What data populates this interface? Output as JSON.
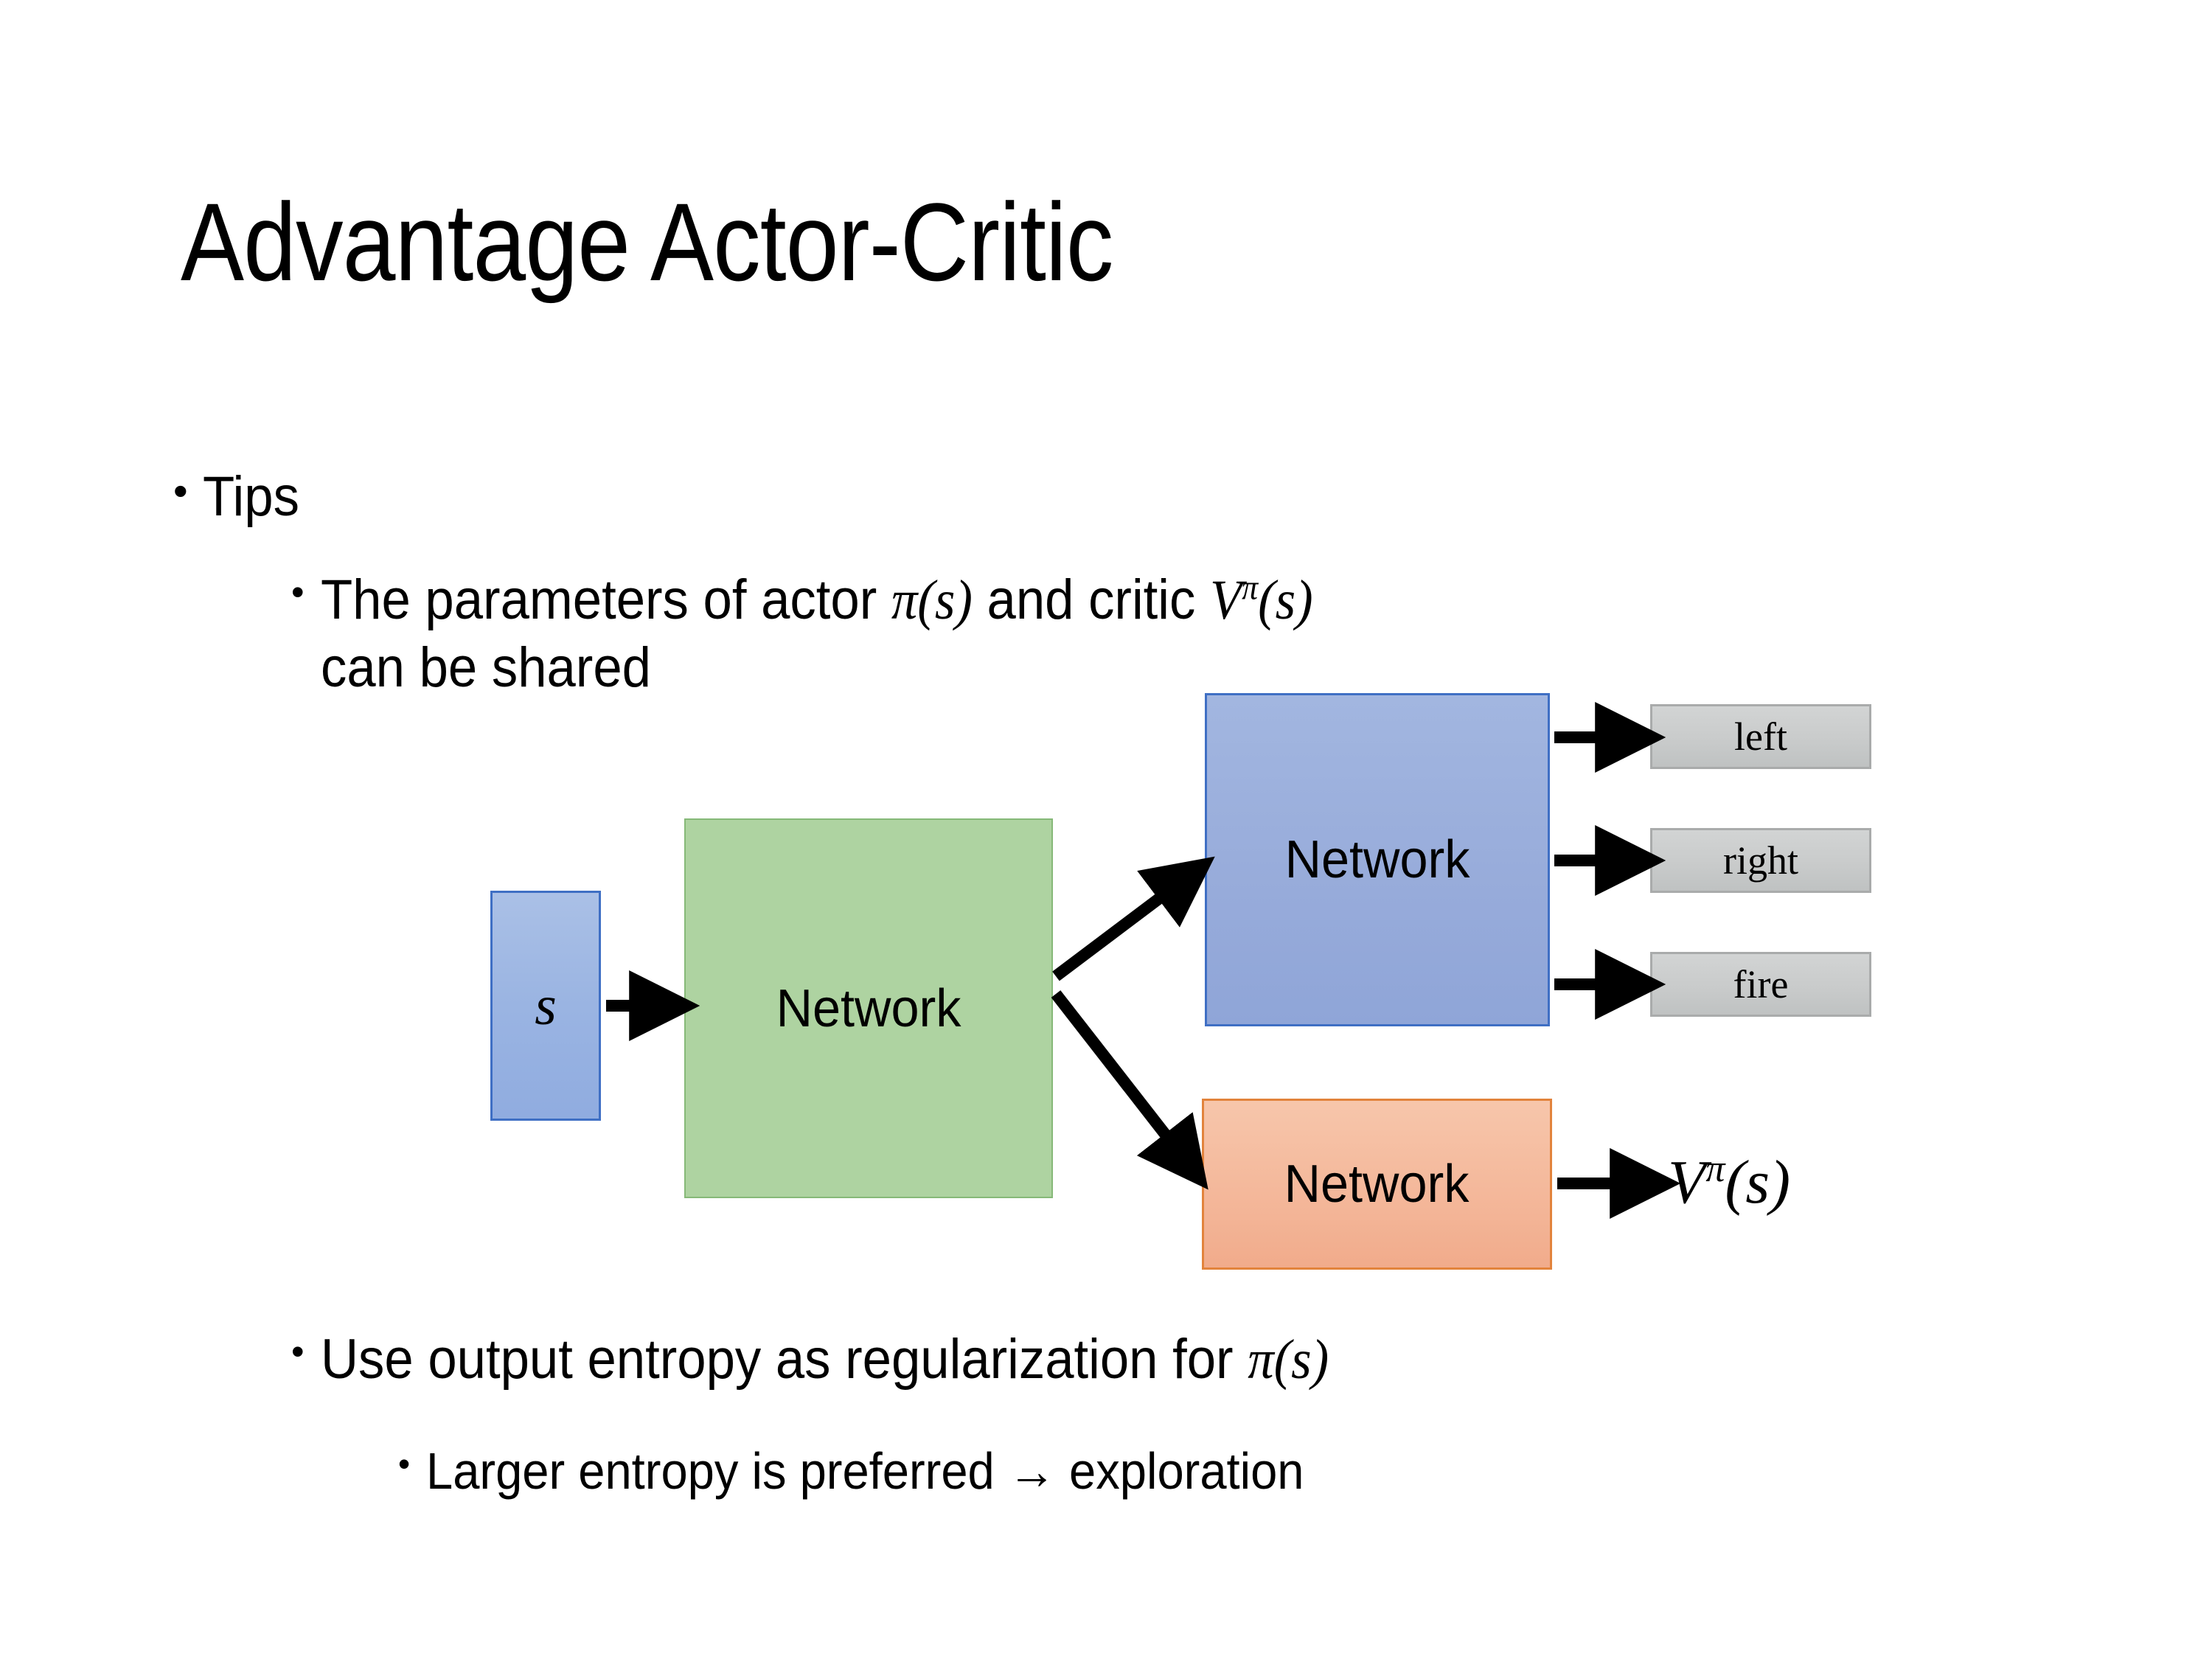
{
  "slide": {
    "title": "Advantage Actor-Critic",
    "background_color": "#FFFFFF"
  },
  "bullets": {
    "tips": {
      "marker": "•",
      "text": "Tips",
      "level": 1
    },
    "shared_params": {
      "marker": "•",
      "level": 2,
      "line1_prefix": "The parameters of actor ",
      "line1_math_actor": "π(s)",
      "line1_middle": "  and critic ",
      "line1_math_critic_base": "V",
      "line1_math_critic_sup": "π",
      "line1_math_critic_arg": "(s)",
      "line2": "can be shared"
    },
    "entropy": {
      "marker": "•",
      "level": 2,
      "text_prefix": "Use output entropy as regularization for ",
      "math": "π(s)"
    },
    "exploration": {
      "marker": "•",
      "level": 3,
      "text": "Larger entropy is preferred → exploration"
    }
  },
  "diagram": {
    "state_box": {
      "label": "s",
      "fill": "#9AB4E2",
      "border": "#3F6FC4"
    },
    "shared_network": {
      "label": "Network",
      "fill": "#AED3A1",
      "border": "#86B978"
    },
    "actor_network": {
      "label": "Network",
      "fill": "#97ABDA",
      "border": "#3F6FC4"
    },
    "critic_network": {
      "label": "Network",
      "fill": "#F3B496",
      "border": "#E2833C"
    },
    "action_outputs": [
      {
        "label": "left",
        "fill": "#C9CBCB",
        "border": "#A9ABAB"
      },
      {
        "label": "right",
        "fill": "#C9CBCB",
        "border": "#A9ABAB"
      },
      {
        "label": "fire",
        "fill": "#C9CBCB",
        "border": "#A9ABAB"
      }
    ],
    "critic_output": {
      "base": "V",
      "superscript": "π",
      "argument": "(s)"
    },
    "arrows": [
      {
        "name": "state-to-shared",
        "from": "state_box",
        "to": "shared_network"
      },
      {
        "name": "shared-to-actor",
        "from": "shared_network",
        "to": "actor_network"
      },
      {
        "name": "shared-to-critic",
        "from": "shared_network",
        "to": "critic_network"
      },
      {
        "name": "actor-to-left",
        "from": "actor_network",
        "to": "left"
      },
      {
        "name": "actor-to-right",
        "from": "actor_network",
        "to": "right"
      },
      {
        "name": "actor-to-fire",
        "from": "actor_network",
        "to": "fire"
      },
      {
        "name": "critic-to-value",
        "from": "critic_network",
        "to": "critic_output"
      }
    ]
  }
}
